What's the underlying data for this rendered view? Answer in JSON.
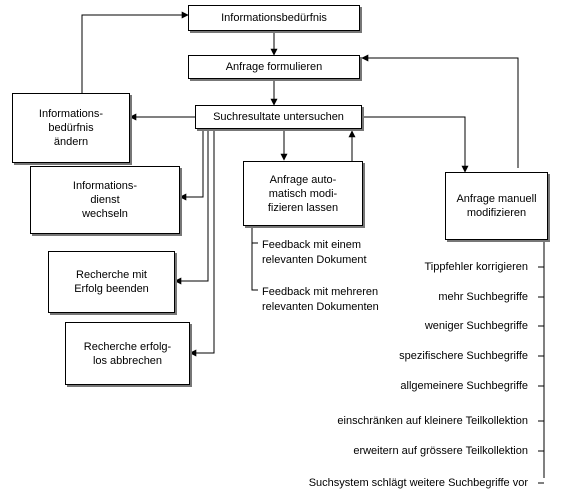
{
  "nodes": {
    "info_need": "Informationsbedürfnis",
    "formulate": "Anfrage formulieren",
    "examine": "Suchresultate untersuchen",
    "change_need": "Informations-\nbedürfnis\nändern",
    "switch_service": "Informations-\ndienst\nwechseln",
    "end_success": "Recherche mit\nErfolg beenden",
    "abort": "Recherche erfolg-\nlos abbrechen",
    "auto_modify": "Anfrage auto-\nmatisch modi-\nfizieren lassen",
    "manual_modify": "Anfrage manuell\nmodifizieren"
  },
  "feedback_options": [
    "Feedback mit einem\nrelevanten Dokument",
    "Feedback mit mehreren\nrelevanten Dokumenten"
  ],
  "manual_options": [
    "Tippfehler korrigieren",
    "mehr Suchbegriffe",
    "weniger Suchbegriffe",
    "spezifischere Suchbegriffe",
    "allgemeinere Suchbegriffe",
    "einschränken auf kleinere Teilkollektion",
    "erweitern auf grössere Teilkollektion",
    "Suchsystem schlägt weitere Suchbegriffe vor"
  ]
}
